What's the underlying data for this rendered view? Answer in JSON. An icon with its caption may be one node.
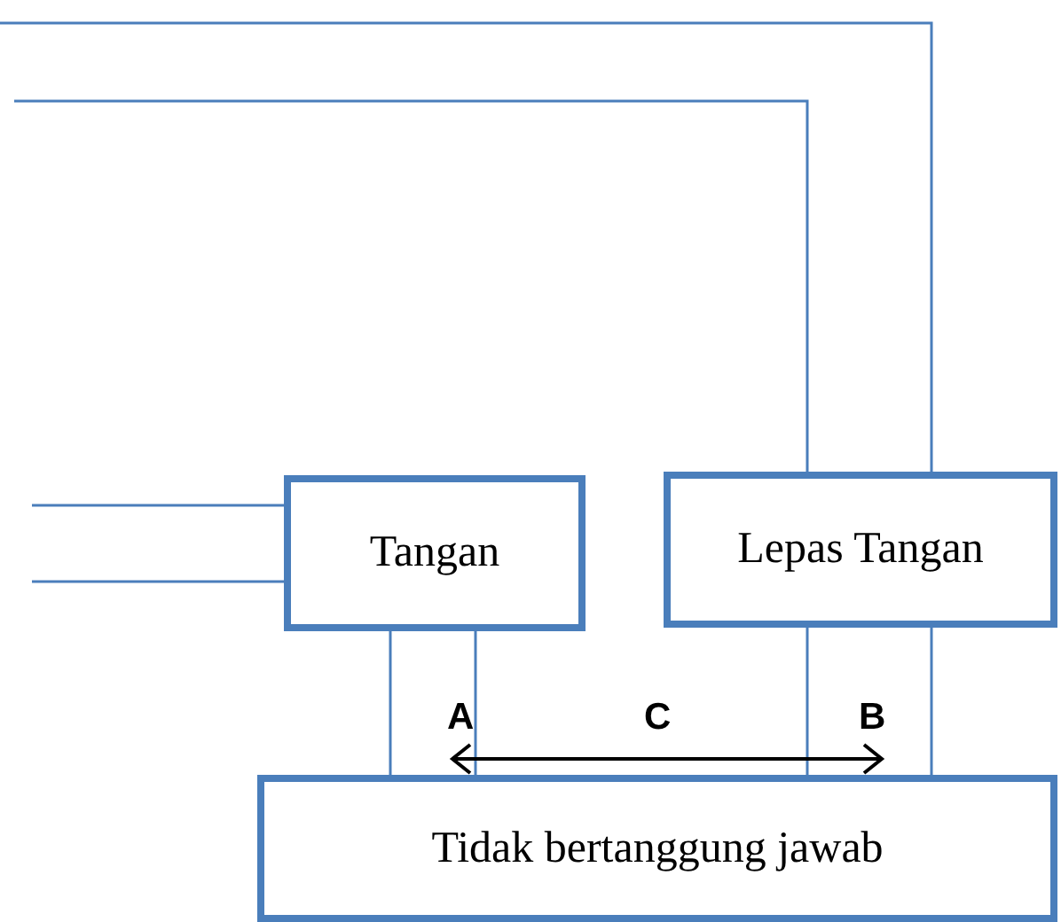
{
  "diagram": {
    "nodes": [
      {
        "text": [
          "Tangan"
        ]
      },
      {
        "text": [
          "Lepas Tangan"
        ]
      },
      {
        "text": [
          "Tidak bertanggung jawab"
        ]
      }
    ],
    "edges": [
      {
        "from": null,
        "to": 1,
        "arrow": "none"
      },
      {
        "from": null,
        "to": 1,
        "arrow": "none"
      },
      {
        "from": null,
        "to": 0,
        "arrow": "none"
      },
      {
        "from": null,
        "to": 0,
        "arrow": "none"
      },
      {
        "from": 0,
        "to": 2,
        "arrow": "none"
      },
      {
        "from": 0,
        "to": 2,
        "arrow": "none"
      },
      {
        "from": 1,
        "to": 2,
        "arrow": "none"
      },
      {
        "from": 1,
        "to": 2,
        "arrow": "none"
      }
    ],
    "labels": [
      "A",
      "C",
      "B"
    ]
  }
}
